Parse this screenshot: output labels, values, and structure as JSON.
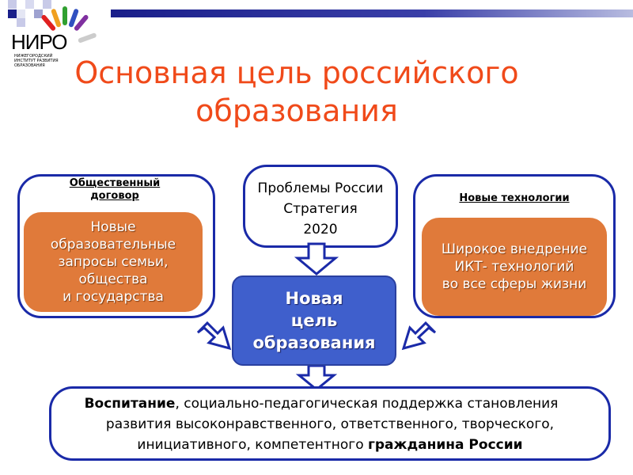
{
  "logo": {
    "name": "НИРО",
    "subtitle": "НИЖЕГОРОДСКИЙ ИНСТИТУТ РАЗВИТИЯ ОБРАЗОВАНИЯ"
  },
  "title": {
    "line1": "Основная цель российского",
    "line2": "образования"
  },
  "left": {
    "header_line1": "Общественный",
    "header_line2": "договор",
    "body": [
      "Новые",
      "образовательные",
      "запросы семьи,",
      "общества",
      "и государства"
    ]
  },
  "top": {
    "lines": [
      "Проблемы России",
      "Стратегия",
      "2020"
    ]
  },
  "right": {
    "header": "Новые технологии",
    "body": [
      "Широкое внедрение",
      "ИКТ- технологий",
      "во все сферы жизни"
    ]
  },
  "center": {
    "lines": [
      "Новая",
      "цель",
      "образования"
    ]
  },
  "bottom": {
    "bold1": "Воспитание",
    "text1": ", социально-педагогическая поддержка становления",
    "line2": "развития высоконравственного, ответственного, творческого,",
    "text3": "инициативного, компетентного ",
    "bold3": "гражданина России"
  },
  "colors": {
    "title": "#f04a1a",
    "frame": "#1a2aa8",
    "orange": "#e07a3a",
    "center": "#3f5fcc"
  }
}
